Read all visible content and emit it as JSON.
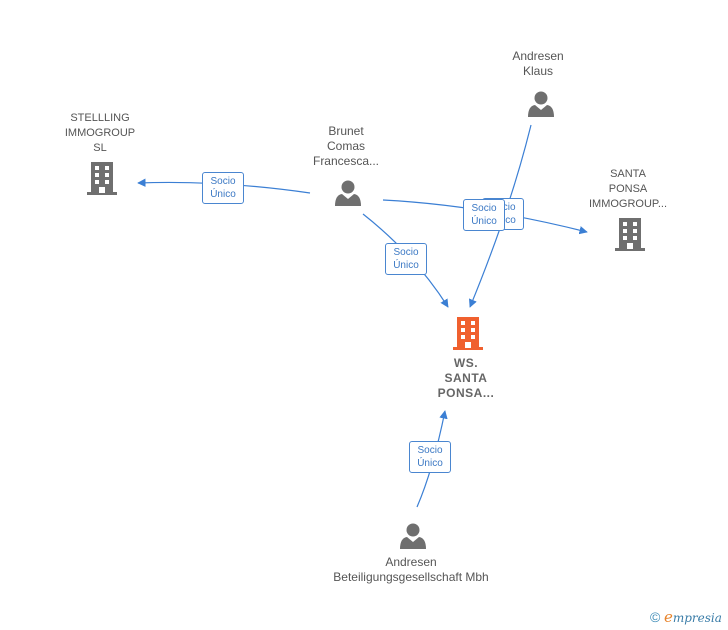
{
  "nodes": {
    "stellling": {
      "label": "STELLLING\nIMMOGROUP\nSL",
      "type": "company"
    },
    "brunet": {
      "label": "Brunet\nComas\nFrancesca...",
      "type": "person"
    },
    "andresen_klaus": {
      "label": "Andresen\nKlaus",
      "type": "person"
    },
    "santa_ponsa_immo": {
      "label": "SANTA\nPONSA\nIMMOGROUP...",
      "type": "company"
    },
    "ws_santa_ponsa": {
      "label": "WS.\nSANTA\nPONSA...",
      "type": "focus-company"
    },
    "andresen_beteiligung": {
      "label": "Andresen\nBeteiligungsgesellschaft Mbh",
      "type": "person"
    }
  },
  "edges": [
    {
      "from": "brunet",
      "to": "stellling",
      "label": "Socio\nÚnico"
    },
    {
      "from": "brunet",
      "to": "santa_ponsa_immo",
      "label": "Socio\nÚnico"
    },
    {
      "from": "andresen_klaus",
      "to": "ws_santa_ponsa",
      "label": "Socio\nÚnico"
    },
    {
      "from": "brunet",
      "to": "ws_santa_ponsa",
      "label": "Socio\nÚnico"
    },
    {
      "from": "andresen_beteiligung",
      "to": "ws_santa_ponsa",
      "label": "Socio\nÚnico"
    }
  ],
  "colors": {
    "edge": "#3b7fd4",
    "node_gray": "#6f6f6f",
    "focus": "#f0602e"
  },
  "footer": {
    "copyright": "©",
    "brand_initial": "e",
    "brand_rest": "mpresia"
  }
}
